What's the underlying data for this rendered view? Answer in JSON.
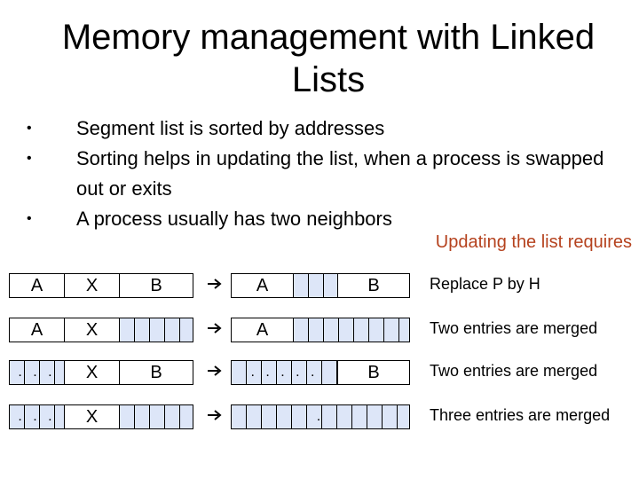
{
  "title": "Memory management with Linked Lists",
  "bullets": [
    "Segment list is sorted by addresses",
    "Sorting helps in updating the list, when a process is swapped out or exits",
    "A process usually has two neighbors"
  ],
  "bullet_marker": "•",
  "updating_label": "Updating the list requires",
  "colors": {
    "accent_text": "#b5421e",
    "hole_fill": "#dde6f8"
  },
  "rows": [
    {
      "before": [
        "A",
        "X",
        "B"
      ],
      "after": [
        "A",
        "B"
      ],
      "description": "Replace P by H"
    },
    {
      "before": [
        "A",
        "X"
      ],
      "after": [
        "A"
      ],
      "description": "Two entries are merged"
    },
    {
      "before": [
        ". . .",
        "X",
        "B"
      ],
      "after": [
        ". . . . .",
        "B"
      ],
      "description": "Two entries are merged"
    },
    {
      "before": [
        ". . .",
        "X"
      ],
      "after": [
        "."
      ],
      "description": "Three entries are merged"
    }
  ],
  "arrow_icon": "right-arrow-icon"
}
